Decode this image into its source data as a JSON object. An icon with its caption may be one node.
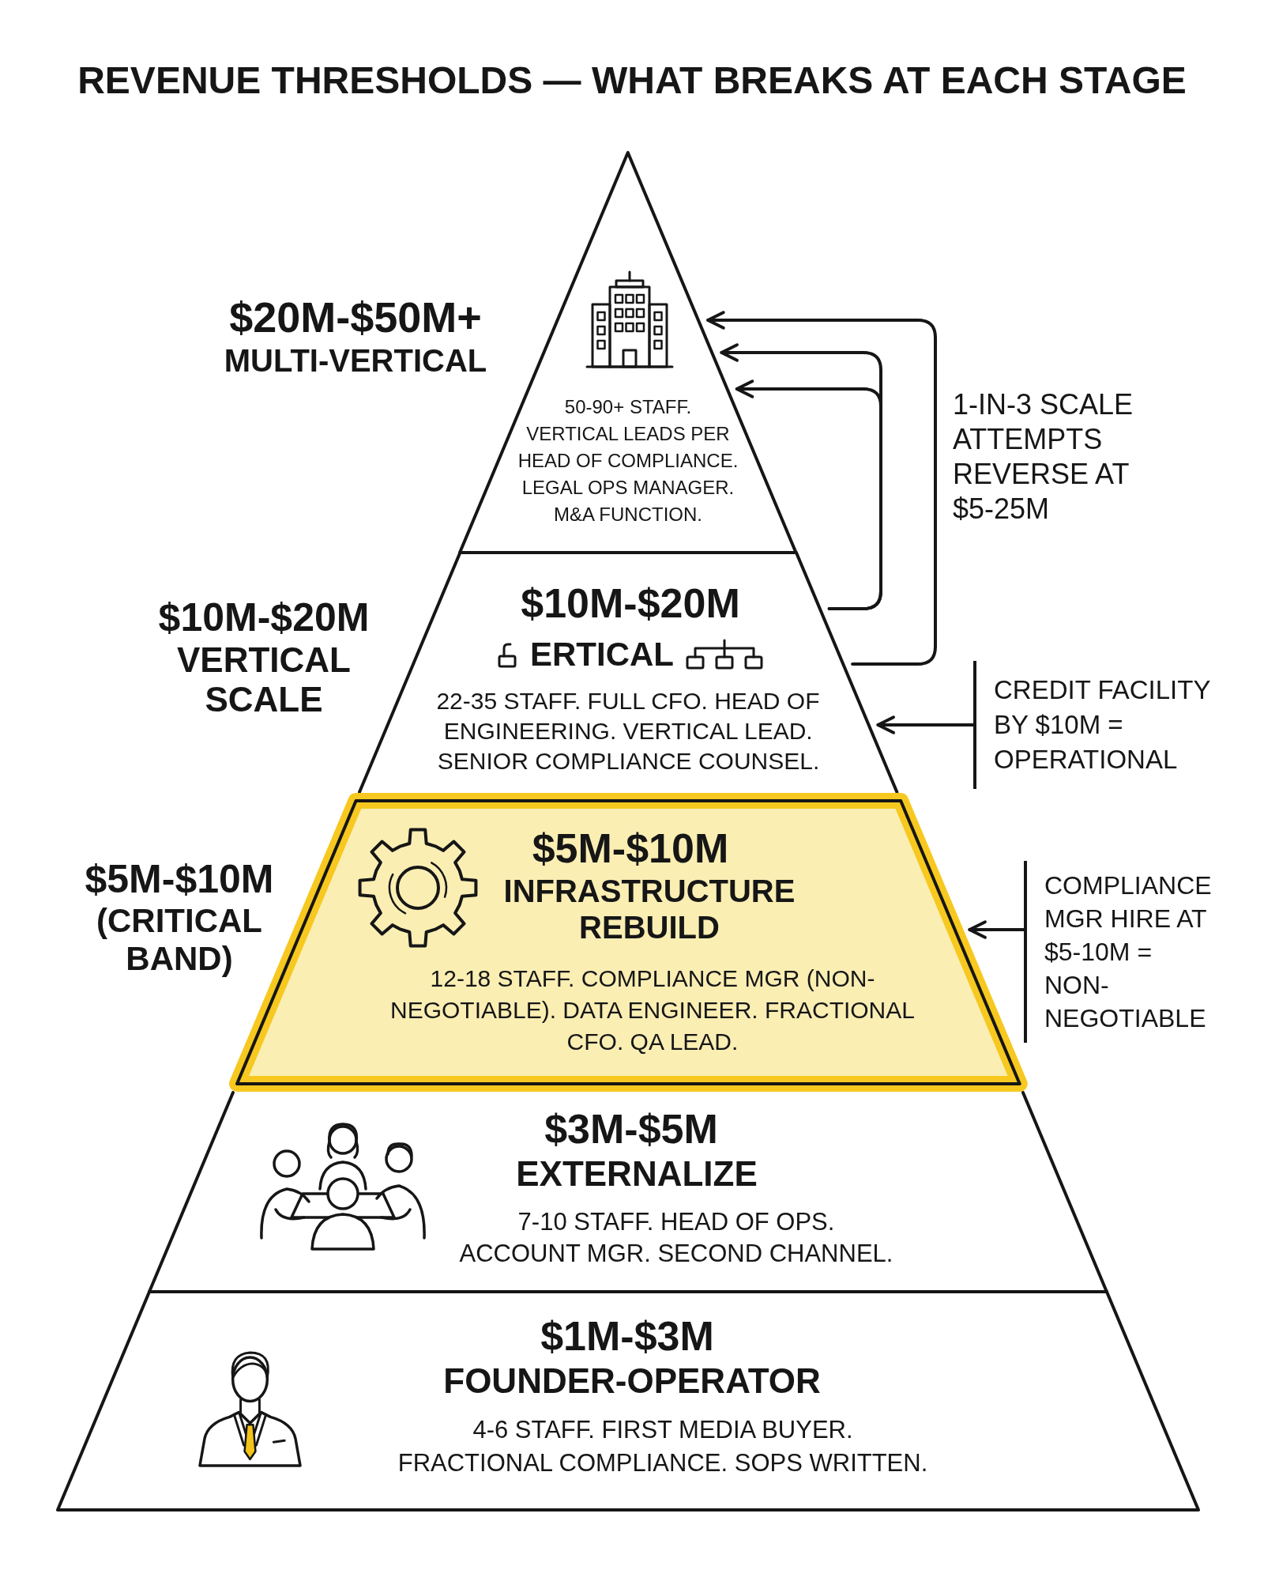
{
  "diagram": {
    "title": "REVENUE THRESHOLDS — WHAT BREAKS AT EACH STAGE",
    "nodes": [
      {
        "text": [
          "50-90+ STAFF. VERTICAL LEADS PER HEAD OF COMPLIANCE. LEGAL OPS MANAGER. M&A FUNCTION."
        ],
        "beside": [
          "$20M-$50M+",
          "MULTI-VERTICAL"
        ]
      },
      {
        "text": [
          "$10M-$20M",
          "ERTICAL",
          "22-35 STAFF. FULL CFO. HEAD OF ENGINEERING. VERTICAL LEAD. SENIOR COMPLIANCE COUNSEL."
        ],
        "beside": [
          "$10M-$20M",
          "VERTICAL SCALE"
        ]
      },
      {
        "text": [
          "$5M-$10M",
          "INFRASTRUCTURE REBUILD",
          "12-18 STAFF. COMPLIANCE MGR (NON-NEGOTIABLE). DATA ENGINEER. FRACTIONAL CFO. QA LEAD."
        ],
        "beside": [
          "$5M-$10M",
          "(CRITICAL BAND)"
        ]
      },
      {
        "text": [
          "$3M-$5M",
          "EXTERNALIZE",
          "7-10 STAFF. HEAD OF OPS. ACCOUNT MGR. SECOND CHANNEL."
        ]
      },
      {
        "text": [
          "$1M-$3M",
          "FOUNDER-OPERATOR",
          "4-6 STAFF. FIRST MEDIA BUYER. FRACTIONAL COMPLIANCE. SOPS WRITTEN."
        ]
      },
      {
        "text": [
          "CREDIT FACILITY BY $10M = OPERATIONAL"
        ]
      },
      {
        "text": [
          "COMPLIANCE MGR HIRE AT $5-10M = NON-NEGOTIABLE"
        ]
      }
    ],
    "edges": [
      {
        "from": 1,
        "to": 0,
        "arrow": "to"
      },
      {
        "from": 1,
        "to": 0,
        "arrow": "to"
      },
      {
        "from": 1,
        "to": 0,
        "arrow": "to"
      },
      {
        "from": 5,
        "to": 1,
        "arrow": "to"
      },
      {
        "from": 6,
        "to": 2,
        "arrow": "to"
      }
    ],
    "labels": [
      "1-IN-3 SCALE ATTEMPTS REVERSE AT $5-25M"
    ]
  }
}
